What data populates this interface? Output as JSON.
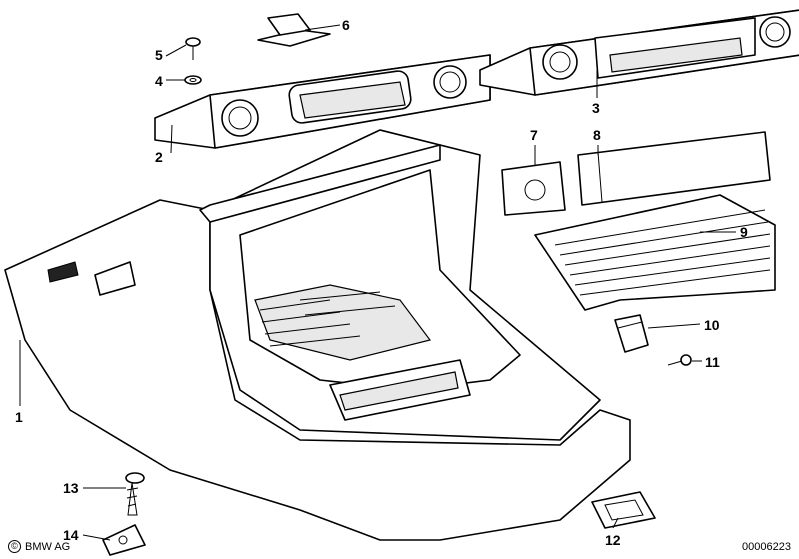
{
  "diagram": {
    "callouts": [
      {
        "id": "1",
        "label": "1"
      },
      {
        "id": "2",
        "label": "2"
      },
      {
        "id": "3",
        "label": "3"
      },
      {
        "id": "4",
        "label": "4"
      },
      {
        "id": "5",
        "label": "5"
      },
      {
        "id": "6",
        "label": "6"
      },
      {
        "id": "7",
        "label": "7"
      },
      {
        "id": "8",
        "label": "8"
      },
      {
        "id": "9",
        "label": "9"
      },
      {
        "id": "10",
        "label": "10"
      },
      {
        "id": "11",
        "label": "11"
      },
      {
        "id": "12",
        "label": "12"
      },
      {
        "id": "13",
        "label": "13"
      },
      {
        "id": "14",
        "label": "14"
      }
    ]
  },
  "footer": {
    "copyright_symbol": "©",
    "brand": "BMW AG",
    "document_number": "00006223"
  }
}
